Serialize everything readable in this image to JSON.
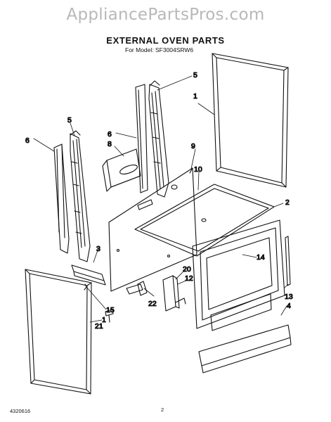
{
  "watermark": "AppliancePartsPros.com",
  "title": "EXTERNAL OVEN PARTS",
  "subtitle": "For Model: SF3004SRW6",
  "footer": {
    "doc_number": "4320616",
    "page_number": "2"
  },
  "callouts": [
    {
      "id": "c5a",
      "text": "5"
    },
    {
      "id": "c1",
      "text": "1"
    },
    {
      "id": "c5b",
      "text": "5"
    },
    {
      "id": "c6a",
      "text": "6"
    },
    {
      "id": "c6b",
      "text": "6"
    },
    {
      "id": "c8",
      "text": "8"
    },
    {
      "id": "c9",
      "text": "9"
    },
    {
      "id": "c10",
      "text": "10"
    },
    {
      "id": "c2",
      "text": "2"
    },
    {
      "id": "c14",
      "text": "14"
    },
    {
      "id": "c3",
      "text": "3"
    },
    {
      "id": "c20",
      "text": "20"
    },
    {
      "id": "c12",
      "text": "12"
    },
    {
      "id": "c22",
      "text": "22"
    },
    {
      "id": "c15",
      "text": "15"
    },
    {
      "id": "c1b",
      "text": "1"
    },
    {
      "id": "c21",
      "text": "21"
    },
    {
      "id": "c13",
      "text": "13"
    },
    {
      "id": "c4",
      "text": "4"
    }
  ]
}
